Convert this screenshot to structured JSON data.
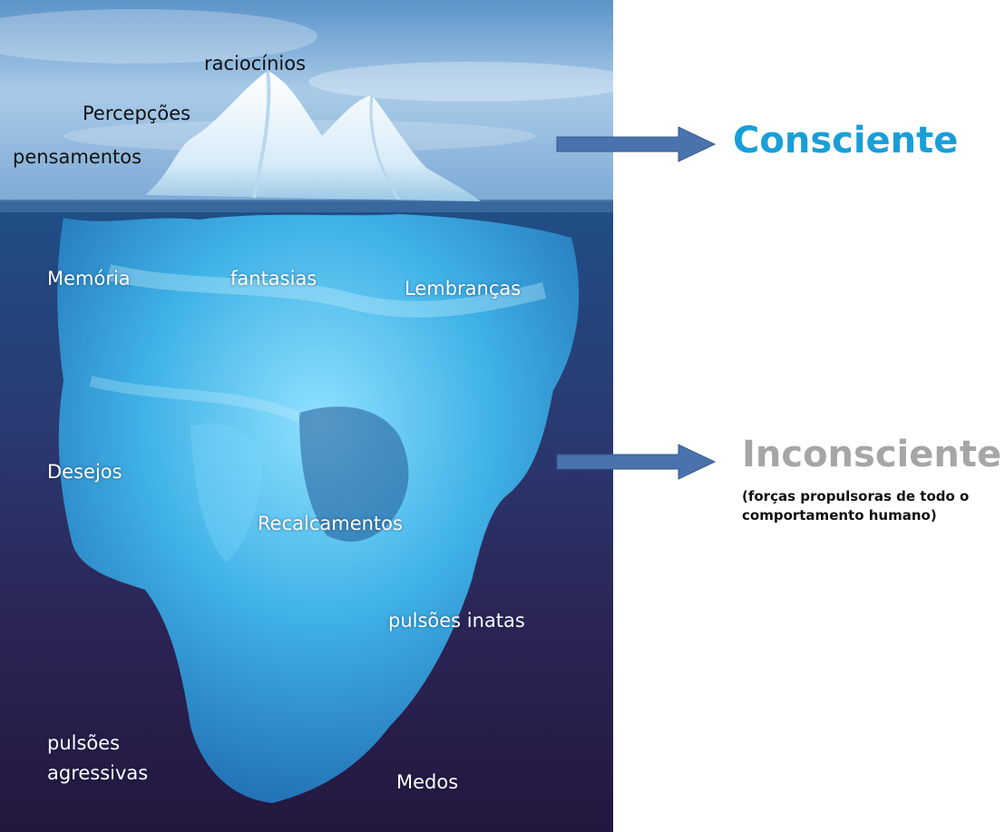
{
  "labels": {
    "above_water": [
      "raciocínios",
      "Percepções",
      "pensamentos"
    ],
    "below_water": [
      "Memória",
      "fantasias",
      "Lembranças",
      "Desejos",
      "Recalcamentos",
      "pulsões inatas",
      "pulsões agressivas",
      "Medos"
    ]
  },
  "levels": {
    "conscious": {
      "title": "Consciente",
      "color": "#1a9ed8"
    },
    "unconscious": {
      "title": "Inconsciente",
      "color": "#a6a6a6",
      "note_line1": "(forças propulsoras de todo o",
      "note_line2": "comportamento humano)"
    }
  },
  "colors": {
    "arrow": "#4a73ae",
    "sky": "#7fb3de",
    "deep_water": "#2a1b48",
    "ice": "#4fb9e8"
  }
}
